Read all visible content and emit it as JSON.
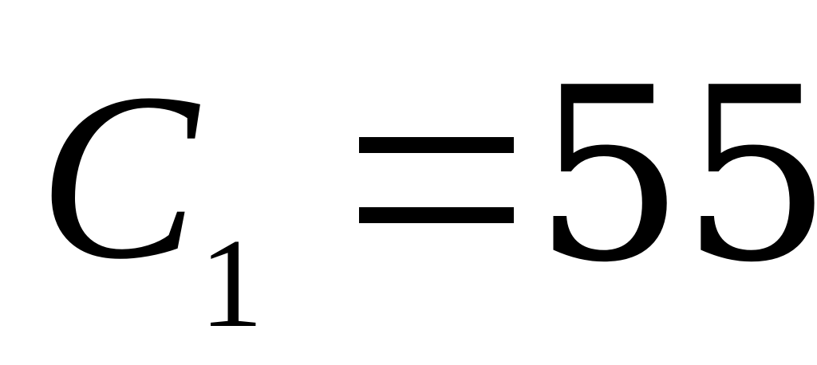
{
  "formula": {
    "variable": "C",
    "subscript": "1",
    "operator": "=",
    "value": "55"
  }
}
